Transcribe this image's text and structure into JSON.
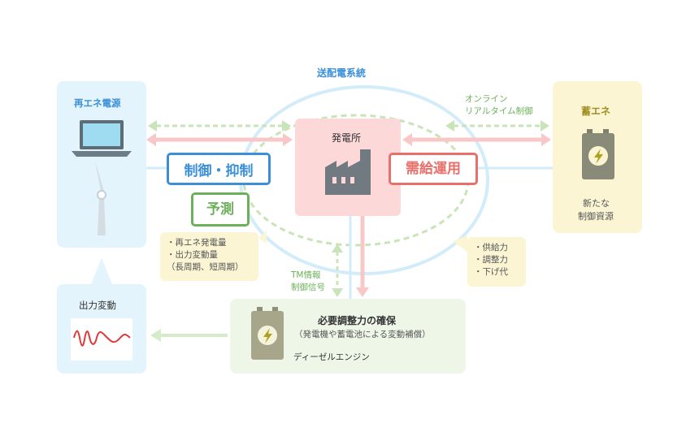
{
  "grid_title": "送配電系統",
  "renewable": {
    "title": "再エネ電源"
  },
  "plant": {
    "title": "発電所"
  },
  "storage": {
    "title": "蓄エネ",
    "caption_line1": "新たな",
    "caption_line2": "制御資源"
  },
  "online_control": {
    "line1": "オンライン",
    "line2": "リアルタイム制御"
  },
  "control_label": "制御・抑制",
  "forecast_label": "予測",
  "demand_label": "需給運用",
  "forecast_notes": [
    "・再エネ発電量",
    "・出力変動量",
    "（長周期、短周期）"
  ],
  "supply_notes": [
    "・供給力",
    "・調整力",
    "・下げ代"
  ],
  "tm_info": {
    "line1": "TM情報",
    "line2": "制御信号"
  },
  "output_variation": {
    "title": "出力変動"
  },
  "adjustment": {
    "title": "必要調整力の確保",
    "subtitle": "（発電機や蓄電池による変動補償）",
    "caption": "ディーゼルエンジン"
  },
  "colors": {
    "blue": "#3a8fd8",
    "red": "#e8706a",
    "green": "#6cb05a",
    "olive": "#a09020",
    "light_blue": "#e4f4fc",
    "light_yellow": "#fbf5d4",
    "light_green": "#eef6e8",
    "light_pink": "#fcd8d8"
  }
}
